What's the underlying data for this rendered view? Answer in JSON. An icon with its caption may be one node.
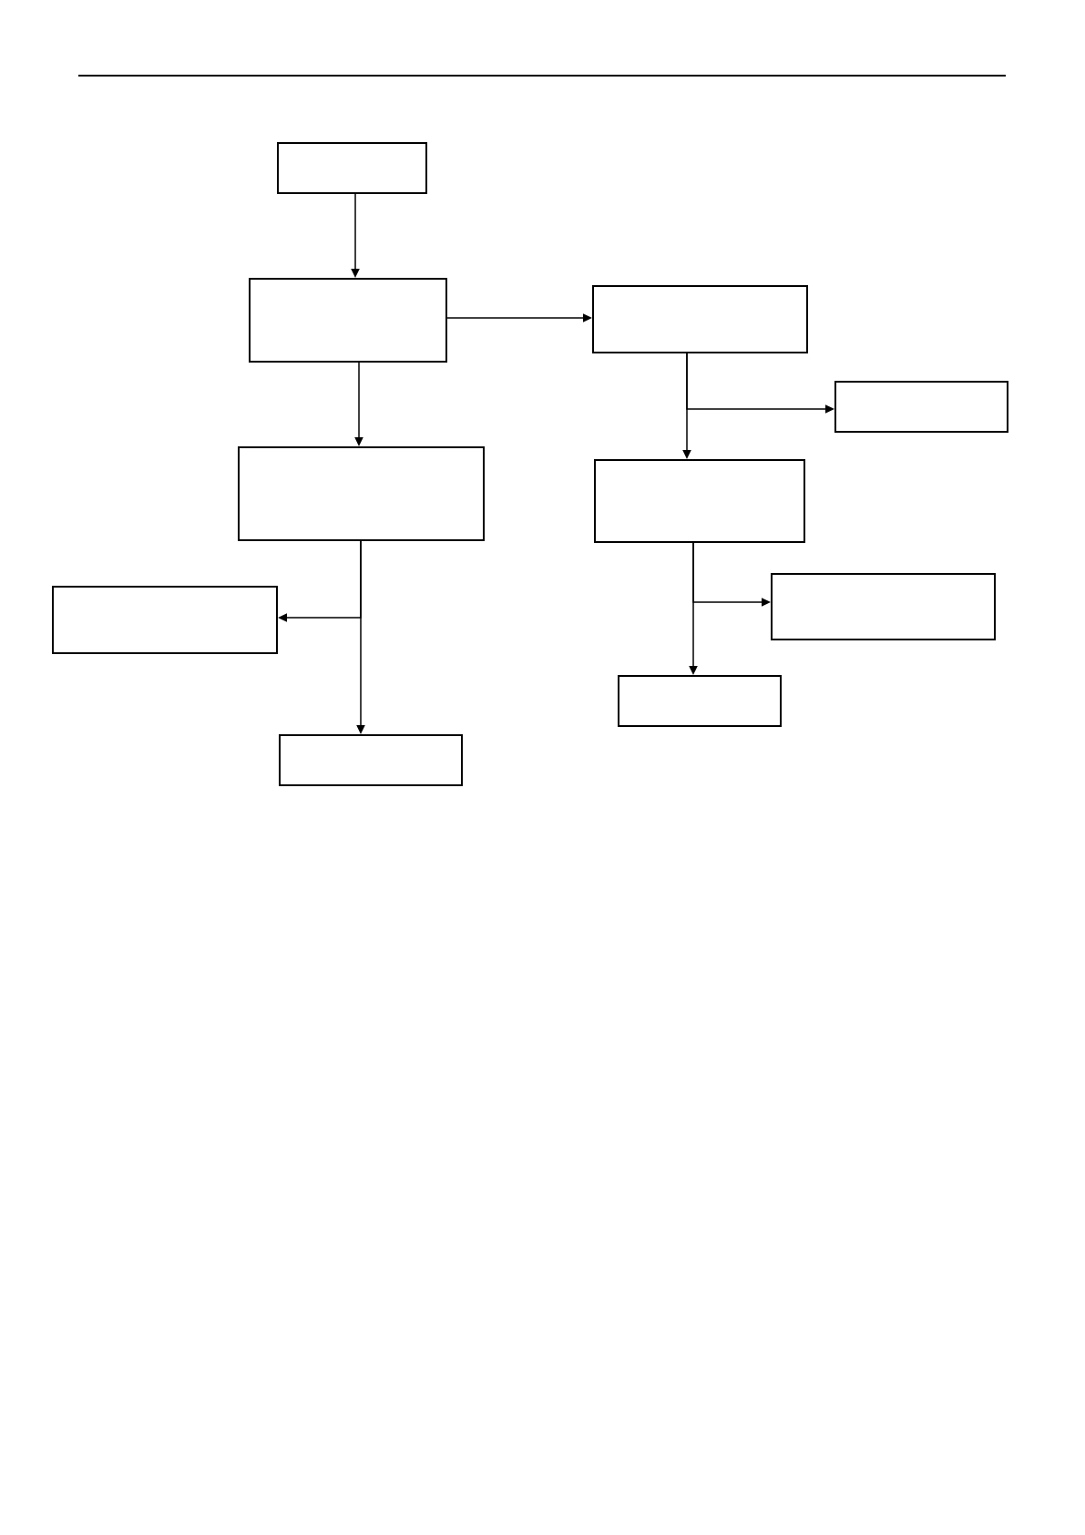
{
  "diagram": {
    "nodes": [
      {
        "text": [],
        "shape": "box"
      },
      {
        "text": [],
        "shape": "box"
      },
      {
        "text": [],
        "shape": "box"
      },
      {
        "text": [],
        "shape": "box"
      },
      {
        "text": [],
        "shape": "box"
      },
      {
        "text": [],
        "shape": "box"
      },
      {
        "text": [],
        "shape": "box"
      },
      {
        "text": [],
        "shape": "box"
      },
      {
        "text": [],
        "shape": "box"
      },
      {
        "text": [],
        "shape": "box"
      }
    ],
    "edges": [
      {
        "from": 0,
        "to": 1,
        "arrow": "to"
      },
      {
        "from": 1,
        "to": 2,
        "arrow": "to"
      },
      {
        "from": 1,
        "to": 4,
        "arrow": "to"
      },
      {
        "from": 2,
        "to": 3,
        "arrow": "to"
      },
      {
        "from": 2,
        "to": 5,
        "arrow": "to"
      },
      {
        "from": 4,
        "to": 6,
        "arrow": "to"
      },
      {
        "from": 4,
        "to": 9,
        "arrow": "to"
      },
      {
        "from": 5,
        "to": 7,
        "arrow": "to"
      },
      {
        "from": 5,
        "to": 8,
        "arrow": "to"
      }
    ]
  }
}
